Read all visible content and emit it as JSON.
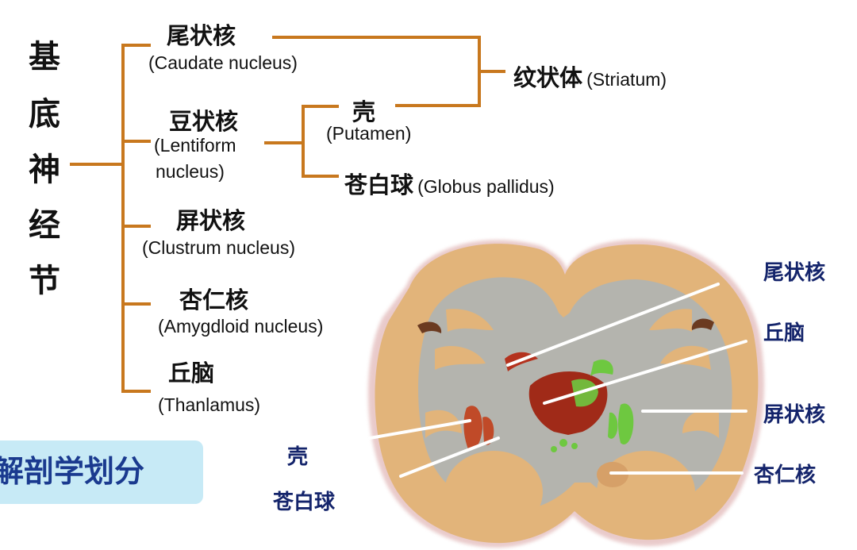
{
  "root": {
    "chars": [
      "基",
      "底",
      "神",
      "经",
      "节"
    ]
  },
  "nuclei": {
    "caudate": {
      "zh": "尾状核",
      "en": "(Caudate nucleus)"
    },
    "lentiform": {
      "zh": "豆状核",
      "en1": "(Lentiform",
      "en2": "nucleus)"
    },
    "claustrum": {
      "zh": "屏状核",
      "en": "(Clustrum nucleus)"
    },
    "amygdala": {
      "zh": "杏仁核",
      "en": "(Amygdloid nucleus)"
    },
    "thalamus": {
      "zh": "丘脑",
      "en": "(Thanlamus)"
    }
  },
  "lentiform_parts": {
    "putamen": {
      "zh": "壳",
      "en": "(Putamen)"
    },
    "globus": {
      "zh": "苍白球",
      "en": "(Globus pallidus)"
    }
  },
  "striatum": {
    "zh": "纹状体",
    "en": "(Striatum)"
  },
  "anatomy_box": {
    "text": "解剖学划分"
  },
  "brain_labels": {
    "caudate": "尾状核",
    "thalamus": "丘脑",
    "claustrum": "屏状核",
    "amygdala": "杏仁核",
    "putamen": "壳",
    "globus": "苍白球"
  },
  "colors": {
    "bracket": "#c8781e",
    "brain_tissue": "#e2b47a",
    "brain_white_matter": "#b4b4ae",
    "nucleus_red": "#b4321e",
    "nucleus_green": "#6ec840",
    "label_blue": "#14246b",
    "box_fill": "#c7eaf6",
    "box_text": "#1a3a8f"
  }
}
